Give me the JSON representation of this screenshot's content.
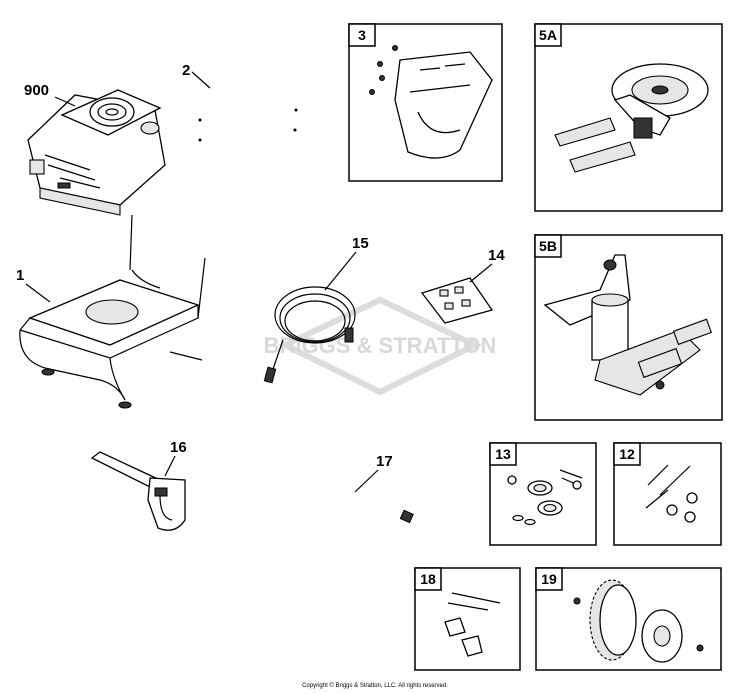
{
  "watermark": "BRIGGS & STRATTON",
  "callouts": {
    "engine": "900",
    "handle": "2",
    "frame": "1",
    "hose": "15",
    "nozzle_kit": "14",
    "spray_gun": "16",
    "wand": "17"
  },
  "boxes": {
    "bracket": "3",
    "pump_a": "5A",
    "pump_b": "5B",
    "axle_kit": "13",
    "bolt_kit": "12",
    "hardware_kit": "18",
    "wheel": "19"
  },
  "copyright": "Copyright © Briggs & Stratton, LLC. All rights reserved."
}
